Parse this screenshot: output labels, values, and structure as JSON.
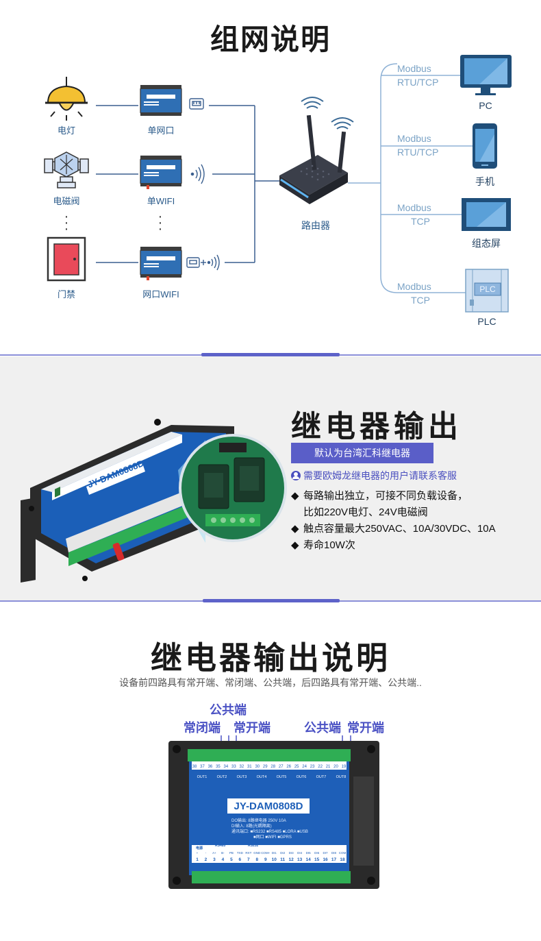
{
  "network": {
    "title": "组网说明",
    "devices": {
      "lamp": "电灯",
      "valve": "电磁阀",
      "door": "门禁"
    },
    "modules": {
      "eth": "单网口",
      "wifi": "单WIFI",
      "eth_wifi": "网口WIFI"
    },
    "router": "路由器",
    "clients": [
      {
        "protocol_line1": "Modbus",
        "protocol_line2": "RTU/TCP",
        "name": "PC"
      },
      {
        "protocol_line1": "Modbus",
        "protocol_line2": "RTU/TCP",
        "name": "手机"
      },
      {
        "protocol_line1": "Modbus",
        "protocol_line2": "TCP",
        "name": "组态屏"
      },
      {
        "protocol_line1": "Modbus",
        "protocol_line2": "TCP",
        "name": "PLC"
      }
    ],
    "plc_screen_text": "PLC",
    "module_model": "JY-DAM0808D",
    "colors": {
      "line": "#3a5f8f",
      "light_line": "#8fb2d6",
      "device_blue": "#2f6fb4"
    }
  },
  "relay": {
    "title": "继电器输出",
    "badge": "默认为台湾汇科继电器",
    "note": "需要欧姆龙继电器的用户请联系客服",
    "items": [
      {
        "line1": "每路输出独立，可接不同负载设备，",
        "line2": "比如220V电灯、24V电磁阀"
      },
      {
        "line1": "触点容量最大250VAC、10A/30VDC、10A",
        "line2": ""
      },
      {
        "line1": "寿命10W次",
        "line2": ""
      }
    ],
    "board_model": "JY-DAM0808D",
    "colors": {
      "badge": "#5a5ec8",
      "accent": "#4a4fbf"
    }
  },
  "description": {
    "title": "继电器输出说明",
    "subtitle": "设备前四路具有常开端、常闭端、公共端，后四路具有常开端、公共端..",
    "labels": {
      "common_top": "公共端",
      "nc": "常闭端",
      "no": "常开端",
      "common_right": "公共端",
      "no_right": "常开端"
    },
    "board": {
      "model": "JY-DAM0808D",
      "top_terminals": [
        "38",
        "37",
        "36",
        "35",
        "34",
        "33",
        "32",
        "31",
        "30",
        "29",
        "28",
        "27",
        "26",
        "25",
        "24",
        "23",
        "22",
        "21",
        "20",
        "19"
      ],
      "outputs": [
        "OUT1",
        "OUT2",
        "OUT3",
        "OUT4",
        "OUT5",
        "OUT6",
        "OUT7",
        "OUT8"
      ],
      "bottom_terminals": [
        "1",
        "2",
        "3",
        "4",
        "5",
        "6",
        "7",
        "8",
        "9",
        "10",
        "11",
        "12",
        "13",
        "14",
        "15",
        "16",
        "17",
        "18"
      ],
      "bottom_labels": [
        "+",
        "-",
        "A+",
        "B-",
        "PB",
        "TXD",
        "RXT",
        "GND",
        "COM+",
        "DI1",
        "DI2",
        "DI3",
        "DI4",
        "DI5",
        "DI6",
        "DI7",
        "DI8",
        "COM"
      ],
      "group_power": "电源",
      "group_rs485": "RS485",
      "group_rs232": "RS232",
      "spec_do": "DO输出: 8路继电器 250V 10A",
      "spec_di": "DI输入: 8路(光耦隔离)",
      "spec_comm": "通讯端口: ■RS232 ■RS485 ■LORA ■USB",
      "spec_comm2": "■网口 ■WIFI ■GPRS"
    },
    "colors": {
      "label": "#4b52c4",
      "board": "#1e5fb8"
    }
  }
}
